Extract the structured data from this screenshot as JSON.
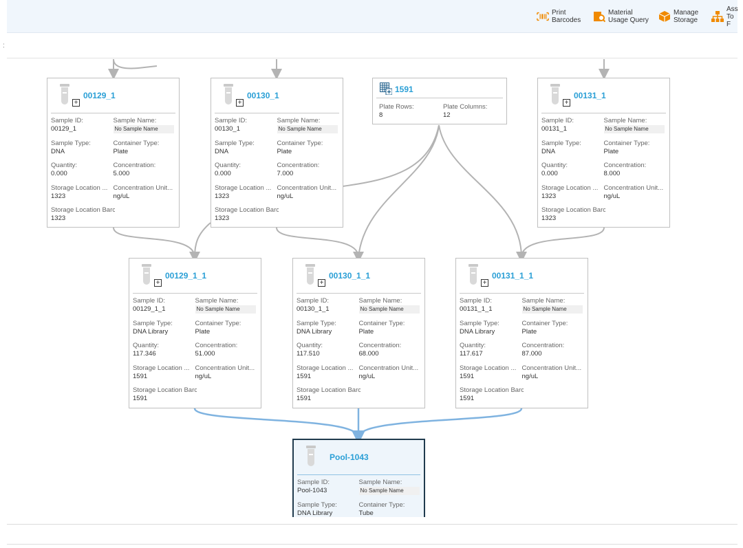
{
  "toolbar": {
    "buttons": [
      {
        "label": "Print\nBarcodes",
        "icon": "barcode-icon"
      },
      {
        "label": "Material\nUsage Query",
        "icon": "usage-query-icon"
      },
      {
        "label": "Manage\nStorage",
        "icon": "storage-box-icon"
      },
      {
        "label": "Ass\nTo F",
        "icon": "hierarchy-icon"
      }
    ]
  },
  "subbar": {
    "marker": ":"
  },
  "colors": {
    "accent": "#2a9fd6",
    "orange": "#f08a00",
    "wire_grey": "#b3b3b3",
    "wire_blue": "#7fb3e0"
  },
  "plate": {
    "title": "1591",
    "rows_label": "Plate Rows:",
    "rows": "8",
    "cols_label": "Plate Columns:",
    "cols": "12"
  },
  "labels": {
    "sample_id": "Sample ID:",
    "sample_name": "Sample Name:",
    "sample_type": "Sample Type:",
    "container_type": "Container Type:",
    "quantity": "Quantity:",
    "concentration": "Concentration:",
    "storage_location": "Storage Location ...",
    "concentration_unit": "Concentration Unit...",
    "storage_barcode": "Storage Location Barcode:"
  },
  "cards": [
    {
      "title": "00129_1",
      "sample_id": "00129_1",
      "sample_name": "No Sample Name",
      "sample_type": "DNA",
      "container_type": "Plate",
      "quantity": "0.000",
      "concentration": "5.000",
      "storage_location": "1323",
      "concentration_unit": "ng/uL",
      "storage_barcode": "1323"
    },
    {
      "title": "00130_1",
      "sample_id": "00130_1",
      "sample_name": "No Sample Name",
      "sample_type": "DNA",
      "container_type": "Plate",
      "quantity": "0.000",
      "concentration": "7.000",
      "storage_location": "1323",
      "concentration_unit": "ng/uL",
      "storage_barcode": "1323"
    },
    {
      "title": "00131_1",
      "sample_id": "00131_1",
      "sample_name": "No Sample Name",
      "sample_type": "DNA",
      "container_type": "Plate",
      "quantity": "0.000",
      "concentration": "8.000",
      "storage_location": "1323",
      "concentration_unit": "ng/uL",
      "storage_barcode": "1323"
    },
    {
      "title": "00129_1_1",
      "sample_id": "00129_1_1",
      "sample_name": "No Sample Name",
      "sample_type": "DNA Library",
      "container_type": "Plate",
      "quantity": "117.346",
      "concentration": "51.000",
      "storage_location": "1591",
      "concentration_unit": "ng/uL",
      "storage_barcode": "1591"
    },
    {
      "title": "00130_1_1",
      "sample_id": "00130_1_1",
      "sample_name": "No Sample Name",
      "sample_type": "DNA Library",
      "container_type": "Plate",
      "quantity": "117.510",
      "concentration": "68.000",
      "storage_location": "1591",
      "concentration_unit": "ng/uL",
      "storage_barcode": "1591"
    },
    {
      "title": "00131_1_1",
      "sample_id": "00131_1_1",
      "sample_name": "No Sample Name",
      "sample_type": "DNA Library",
      "container_type": "Plate",
      "quantity": "117.617",
      "concentration": "87.000",
      "storage_location": "1591",
      "concentration_unit": "ng/uL",
      "storage_barcode": "1591"
    },
    {
      "title": "Pool-1043",
      "sample_id": "Pool-1043",
      "sample_name": "No Sample Name",
      "sample_type": "DNA Library",
      "container_type": "Tube"
    }
  ]
}
